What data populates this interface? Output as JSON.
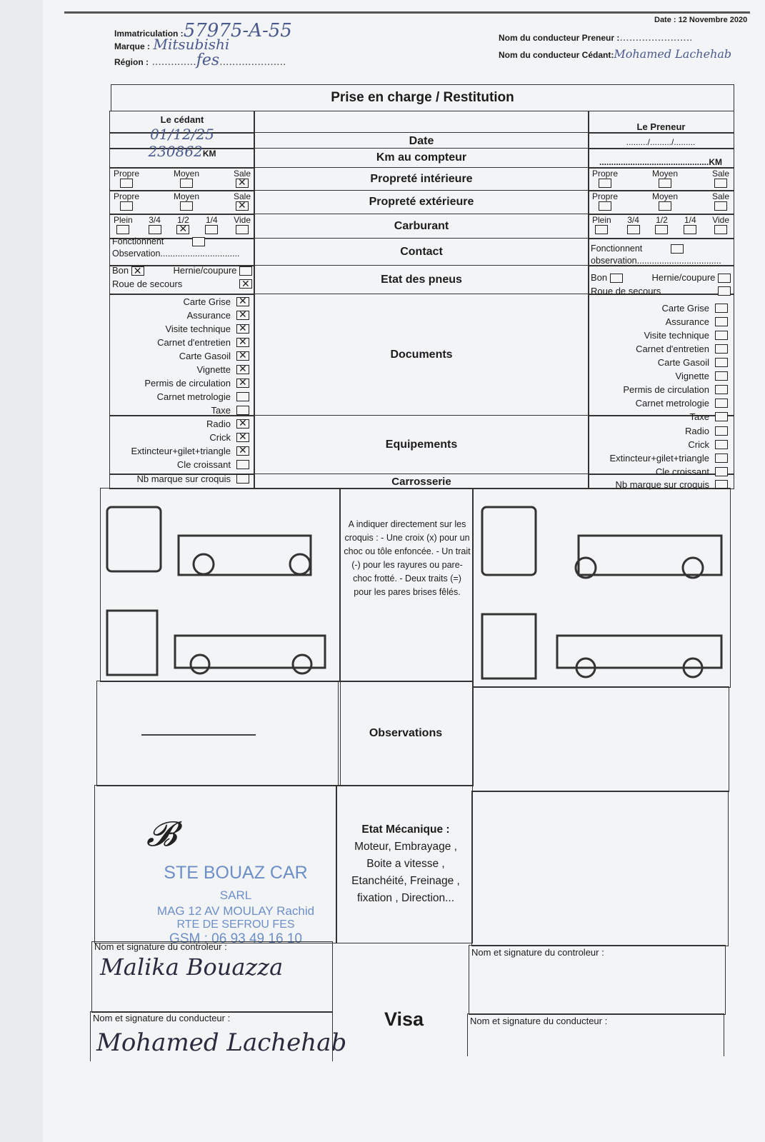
{
  "header": {
    "date": "Date : 12 Novembre 2020",
    "immatriculation_label": "Immatriculation :",
    "immatriculation_value": "57975-A-55",
    "marque_label": "Marque :",
    "marque_value": "Mitsubishi",
    "region_label": "Région :",
    "region_value": "fes",
    "preneur_label": "Nom du conducteur Preneur :",
    "preneur_value": "",
    "cedant_label": "Nom du conducteur Cédant:",
    "cedant_value": "Mohamed Lachehab"
  },
  "title": "Prise en charge / Restitution",
  "cols": {
    "left": "Le cédant",
    "right": "Le Preneur"
  },
  "rows": {
    "date": "Date",
    "km": "Km au compteur",
    "prop_int": "Propreté intérieure",
    "prop_ext": "Propreté extérieure",
    "carburant": "Carburant",
    "contact": "Contact",
    "pneus": "Etat des pneus",
    "documents": "Documents",
    "equipements": "Equipements",
    "carrosserie": "Carrosserie",
    "observations": "Observations"
  },
  "cedant": {
    "date": "01/12/25",
    "km": "230862",
    "km_unit": "KM",
    "prop_int": [
      {
        "label": "Propre",
        "checked": false
      },
      {
        "label": "Moyen",
        "checked": false
      },
      {
        "label": "Sale",
        "checked": true
      }
    ],
    "prop_ext": [
      {
        "label": "Propre",
        "checked": false
      },
      {
        "label": "Moyen",
        "checked": false
      },
      {
        "label": "Sale",
        "checked": true
      }
    ],
    "fuel": [
      {
        "label": "Plein",
        "checked": false
      },
      {
        "label": "3/4",
        "checked": false
      },
      {
        "label": "1/2",
        "checked": true
      },
      {
        "label": "1/4",
        "checked": false
      },
      {
        "label": "Vide",
        "checked": false
      }
    ],
    "fonctionnent": "Fonctionnent",
    "observation": "Observation................................",
    "bon": "Bon",
    "hernie": "Hernie/coupure",
    "roue": "Roue de secours",
    "docs": [
      {
        "label": "Carte Grise",
        "checked": true
      },
      {
        "label": "Assurance",
        "checked": true
      },
      {
        "label": "Visite technique",
        "checked": true
      },
      {
        "label": "Carnet d'entretien",
        "checked": true
      },
      {
        "label": "Carte Gasoil",
        "checked": true
      },
      {
        "label": "Vignette",
        "checked": true
      },
      {
        "label": "Permis de circulation",
        "checked": true
      },
      {
        "label": "Carnet metrologie",
        "checked": false
      },
      {
        "label": "Taxe",
        "checked": false
      }
    ],
    "equip": [
      {
        "label": "Radio",
        "checked": true
      },
      {
        "label": "Crick",
        "checked": true
      },
      {
        "label": "Extincteur+gilet+triangle",
        "checked": true
      },
      {
        "label": "Cle croissant",
        "checked": false
      }
    ],
    "nb_marque": "Nb marque sur croquis"
  },
  "preneur": {
    "date": "........./........./.........",
    "km": "..............................................KM",
    "prop_int": [
      {
        "label": "Propre",
        "checked": false
      },
      {
        "label": "Moyen",
        "checked": false
      },
      {
        "label": "Sale",
        "checked": false
      }
    ],
    "prop_ext": [
      {
        "label": "Propre",
        "checked": false
      },
      {
        "label": "Moyen",
        "checked": false
      },
      {
        "label": "Sale",
        "checked": false
      }
    ],
    "fuel": [
      {
        "label": "Plein",
        "checked": false
      },
      {
        "label": "3/4",
        "checked": false
      },
      {
        "label": "1/2",
        "checked": false
      },
      {
        "label": "1/4",
        "checked": false
      },
      {
        "label": "Vide",
        "checked": false
      }
    ],
    "fonctionnent": "Fonctionnent",
    "observation": "observation..................................",
    "bon": "Bon",
    "hernie": "Hernie/coupure",
    "roue": "Roue de secours",
    "docs": [
      {
        "label": "Carte Grise",
        "checked": false
      },
      {
        "label": "Assurance",
        "checked": false
      },
      {
        "label": "Visite technique",
        "checked": false
      },
      {
        "label": "Carnet d'entretien",
        "checked": false
      },
      {
        "label": "Carte Gasoil",
        "checked": false
      },
      {
        "label": "Vignette",
        "checked": false
      },
      {
        "label": "Permis de circulation",
        "checked": false
      },
      {
        "label": "Carnet metrologie",
        "checked": false
      },
      {
        "label": "Taxe",
        "checked": false
      }
    ],
    "equip": [
      {
        "label": "Radio",
        "checked": false
      },
      {
        "label": "Crick",
        "checked": false
      },
      {
        "label": "Extincteur+gilet+triangle",
        "checked": false
      },
      {
        "label": "Cle croissant",
        "checked": false
      }
    ],
    "nb_marque": "Nb marque sur croquis"
  },
  "instructions": "A indiquer directement sur les croquis : - Une croix (x) pour un choc ou tôle enfoncée. - Un trait (-) pour les rayures ou pare-choc frotté. - Deux traits (=) pour les pares brises fêlés.",
  "mecanique": {
    "title": "Etat Mécanique :",
    "text": "Moteur, Embrayage , Boite a vitesse , Etanchéité, Freinage , fixation , Direction..."
  },
  "stamp": {
    "line1": "STE BOUAZ CAR",
    "line1b": "SARL",
    "line2": "MAG 12 AV MOULAY Rachid",
    "line3": "RTE DE SEFROU  FES",
    "line4": "GSM :  06 93 49 16 10"
  },
  "signatures": {
    "controleur_label": "Nom et signature du controleur :",
    "controleur_value": "Malika Bouazza",
    "conducteur_label": "Nom et signature du conducteur :",
    "conducteur_value": "Mohamed Lachehab",
    "visa": "Visa"
  }
}
